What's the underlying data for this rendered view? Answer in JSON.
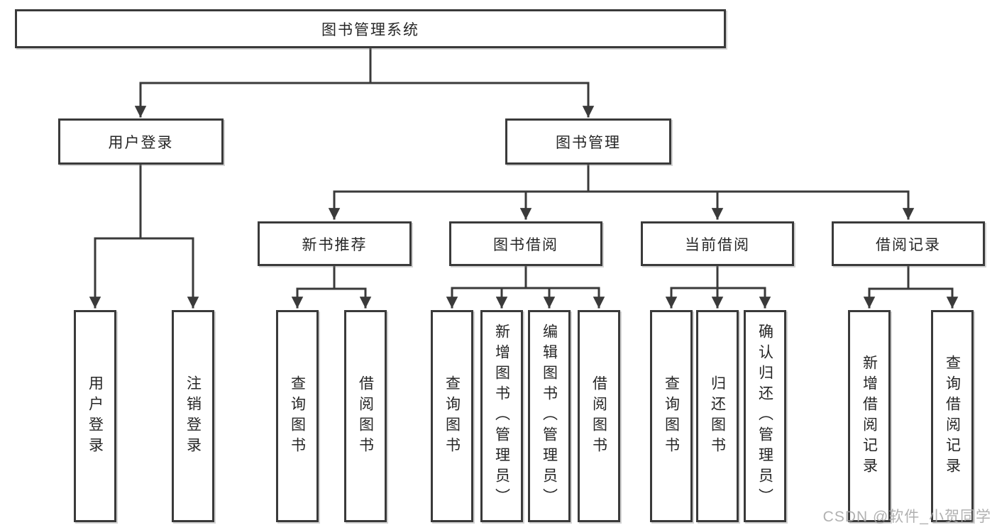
{
  "colors": {
    "line": "#3a3a3a",
    "text": "#262626",
    "watermark": "#a8a8a8",
    "background": "#ffffff"
  },
  "watermark": {
    "text": "CSDN @软件_小贺同学"
  },
  "tree": {
    "root": {
      "label": "图书管理系统"
    },
    "branches": [
      {
        "label": "用户登录",
        "children": [
          {
            "label": "用户登录"
          },
          {
            "label": "注销登录"
          }
        ]
      },
      {
        "label": "图书管理",
        "children": [
          {
            "label": "新书推荐",
            "children": [
              {
                "label": "查询图书"
              },
              {
                "label": "借阅图书"
              }
            ]
          },
          {
            "label": "图书借阅",
            "children": [
              {
                "label": "查询图书"
              },
              {
                "label": "新增图书（管理员）"
              },
              {
                "label": "编辑图书（管理员）"
              },
              {
                "label": "借阅图书"
              }
            ]
          },
          {
            "label": "当前借阅",
            "children": [
              {
                "label": "查询图书"
              },
              {
                "label": "归还图书"
              },
              {
                "label": "确认归还（管理员）"
              }
            ]
          },
          {
            "label": "借阅记录",
            "children": [
              {
                "label": "新增借阅记录"
              },
              {
                "label": "查询借阅记录"
              }
            ]
          }
        ]
      }
    ]
  }
}
